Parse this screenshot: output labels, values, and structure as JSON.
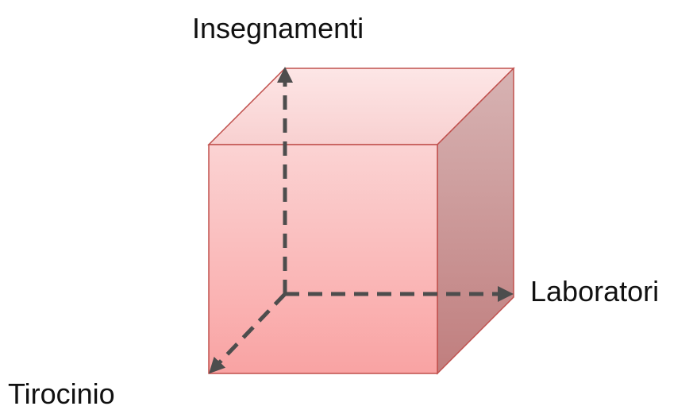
{
  "diagram": {
    "labels": {
      "vertical_axis": "Insegnamenti",
      "horizontal_axis": "Laboratori",
      "depth_axis": "Tirocinio"
    },
    "colors": {
      "front_face_top": "#fbd3d3",
      "front_face_bottom": "#f9a3a3",
      "top_face_back": "#fde6e6",
      "top_face_front": "#f8d0d0",
      "side_face_top": "#d7b3b3",
      "side_face_bottom": "#c07e7e",
      "cube_edge": "#c0504d",
      "axis_arrow": "#4d4d4d"
    }
  }
}
